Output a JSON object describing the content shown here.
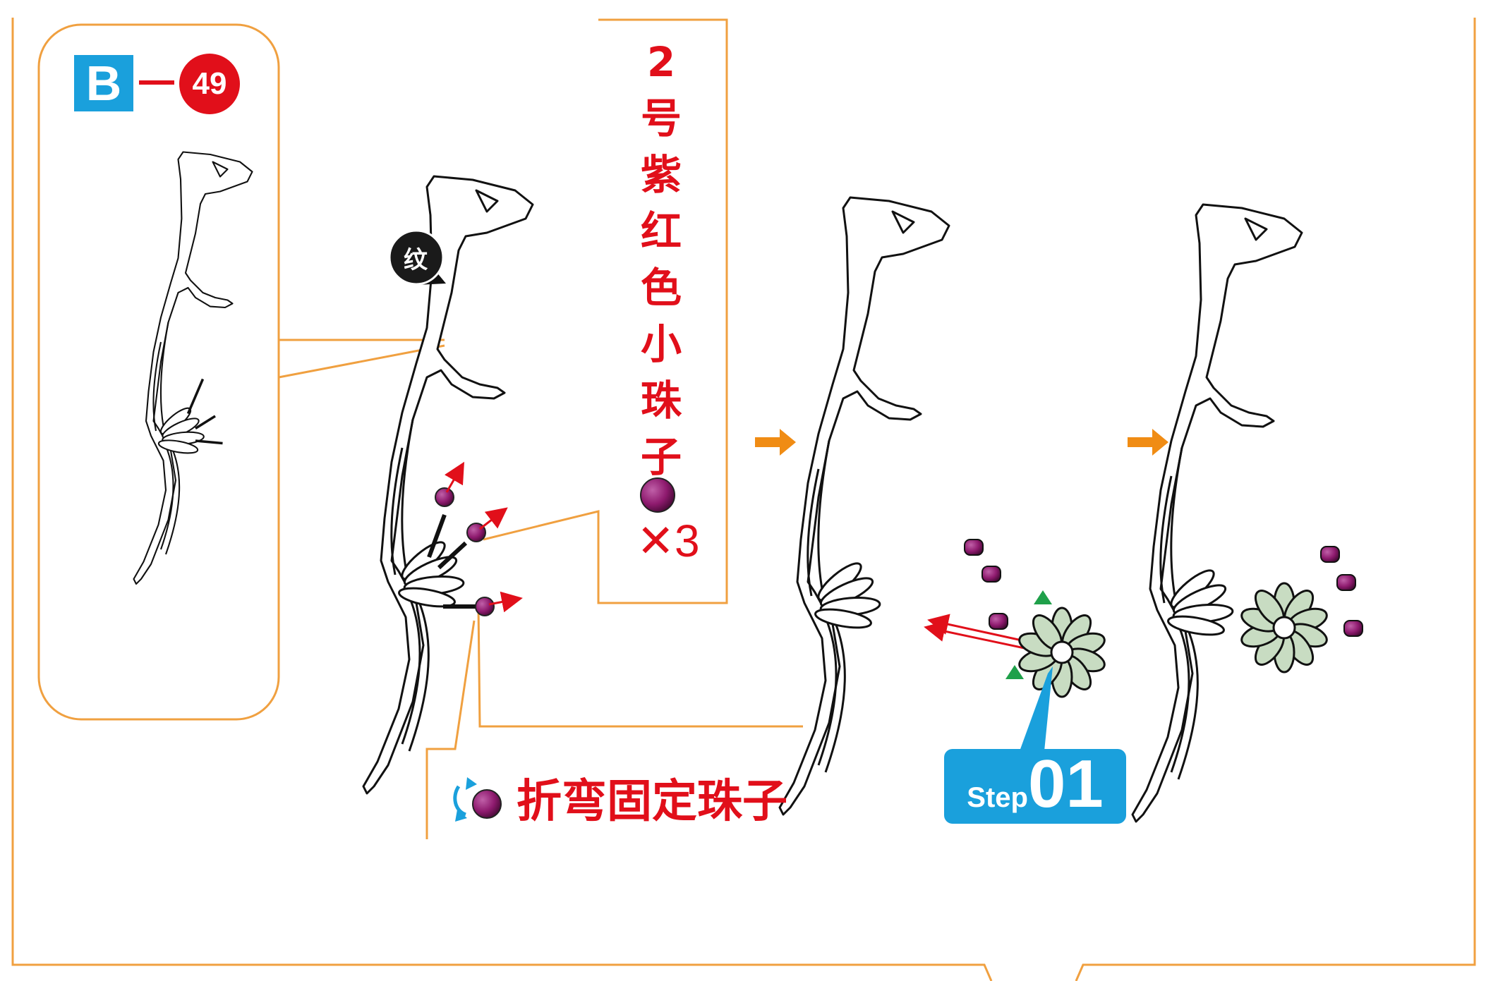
{
  "part": {
    "letter": "B",
    "number": "49"
  },
  "callout": {
    "text": "纹"
  },
  "bead": {
    "title_chars": [
      "2",
      "号",
      "紫",
      "红",
      "色",
      "小",
      "珠",
      "子"
    ],
    "count": "✕3",
    "color": "#8e1a6e"
  },
  "fold": {
    "text": "折弯固定珠子"
  },
  "step": {
    "word": "Step",
    "number": "01"
  },
  "colors": {
    "frame": "#f0a040",
    "accent_red": "#e10f1a",
    "badge_blue": "#1aa0dc",
    "arrow_orange": "#f08c14",
    "flower_green": "#c8dcc2",
    "marker_green": "#1fa04a"
  }
}
